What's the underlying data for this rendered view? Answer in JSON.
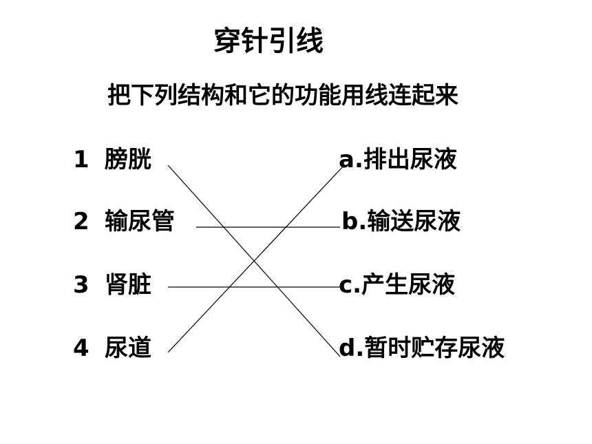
{
  "title": "穿针引线",
  "subtitle": "把下列结构和它的功能用线连起来",
  "structures": [
    {
      "number": "1",
      "name": "膀胱"
    },
    {
      "number": "2",
      "name": "输尿管"
    },
    {
      "number": "3",
      "name": "肾脏"
    },
    {
      "number": "4",
      "name": "尿道"
    }
  ],
  "functions": [
    {
      "text": "a.排出尿液"
    },
    {
      "text": "b.输送尿液"
    },
    {
      "text": "c.产生尿液"
    },
    {
      "text": "d.暂时贮存尿液"
    }
  ],
  "connections": [
    {
      "from": "1",
      "to": "d"
    },
    {
      "from": "2",
      "to": "b"
    },
    {
      "from": "3",
      "to": "c"
    },
    {
      "from": "4",
      "to": "a"
    }
  ],
  "line_color": "#000000"
}
